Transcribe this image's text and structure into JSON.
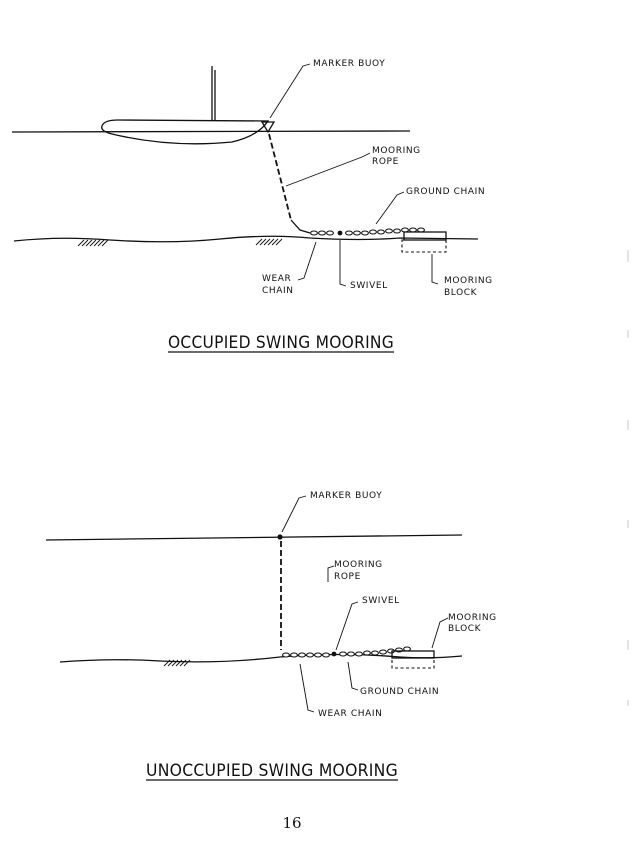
{
  "occupied": {
    "title": "OCCUPIED SWING MOORING",
    "labels": {
      "marker_buoy": "MARKER BUOY",
      "mooring_rope_1": "MOORING",
      "mooring_rope_2": "ROPE",
      "ground_chain": "GROUND CHAIN",
      "wear_chain_1": "WEAR",
      "wear_chain_2": "CHAIN",
      "swivel": "SWIVEL",
      "mooring_block_1": "MOORING",
      "mooring_block_2": "BLOCK"
    }
  },
  "unoccupied": {
    "title": "UNOCCUPIED SWING MOORING",
    "labels": {
      "marker_buoy": "MARKER BUOY",
      "mooring_rope_1": "MOORING",
      "mooring_rope_2": "ROPE",
      "swivel": "SWIVEL",
      "mooring_block_1": "MOORING",
      "mooring_block_2": "BLOCK",
      "ground_chain": "GROUND CHAIN",
      "wear_chain": "WEAR CHAIN"
    }
  },
  "page_number": "16"
}
